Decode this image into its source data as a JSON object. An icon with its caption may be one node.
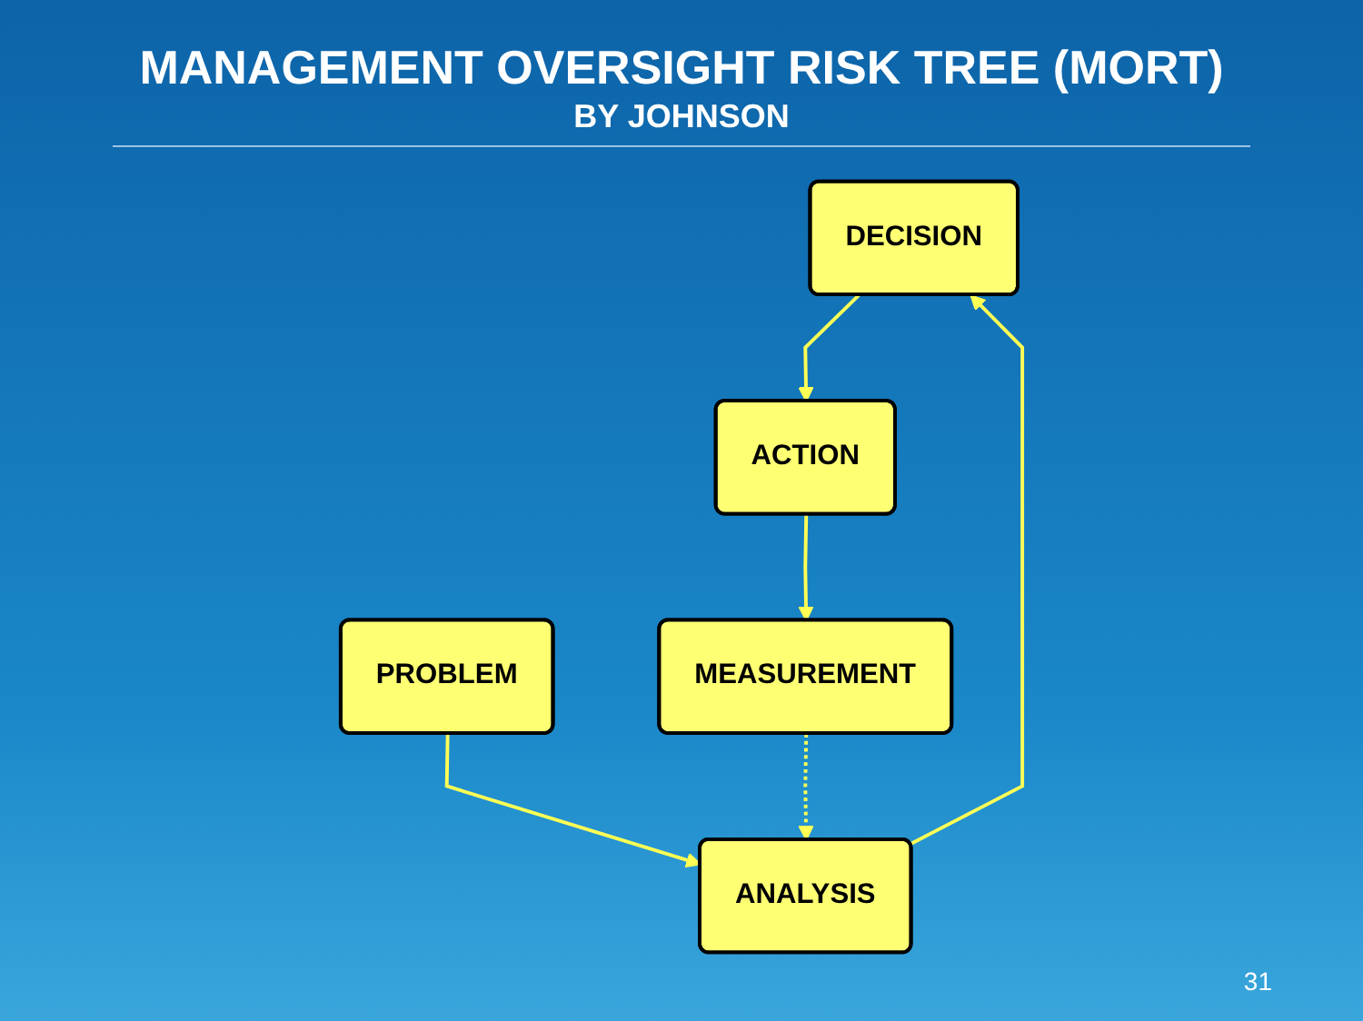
{
  "diagram": {
    "title": "MANAGEMENT OVERSIGHT RISK TREE (MORT)",
    "nodes": [
      {
        "text": [
          "DECISION"
        ]
      },
      {
        "text": [
          "ANALYSIS"
        ]
      },
      {
        "text": [
          "ACTION"
        ]
      },
      {
        "text": [
          "PROBLEM"
        ]
      },
      {
        "text": [
          "MEASUREMENT"
        ]
      }
    ],
    "edges": [
      {
        "from": 1,
        "to": 0,
        "arrow": "to"
      },
      {
        "from": 0,
        "to": 2,
        "arrow": "to"
      },
      {
        "from": 2,
        "to": 4,
        "arrow": "to"
      },
      {
        "from": 3,
        "to": 1,
        "arrow": "to"
      },
      {
        "from": 4,
        "to": 1,
        "arrow": "to",
        "style": "dashed"
      }
    ],
    "labels": [
      "BY JOHNSON",
      "31"
    ]
  }
}
